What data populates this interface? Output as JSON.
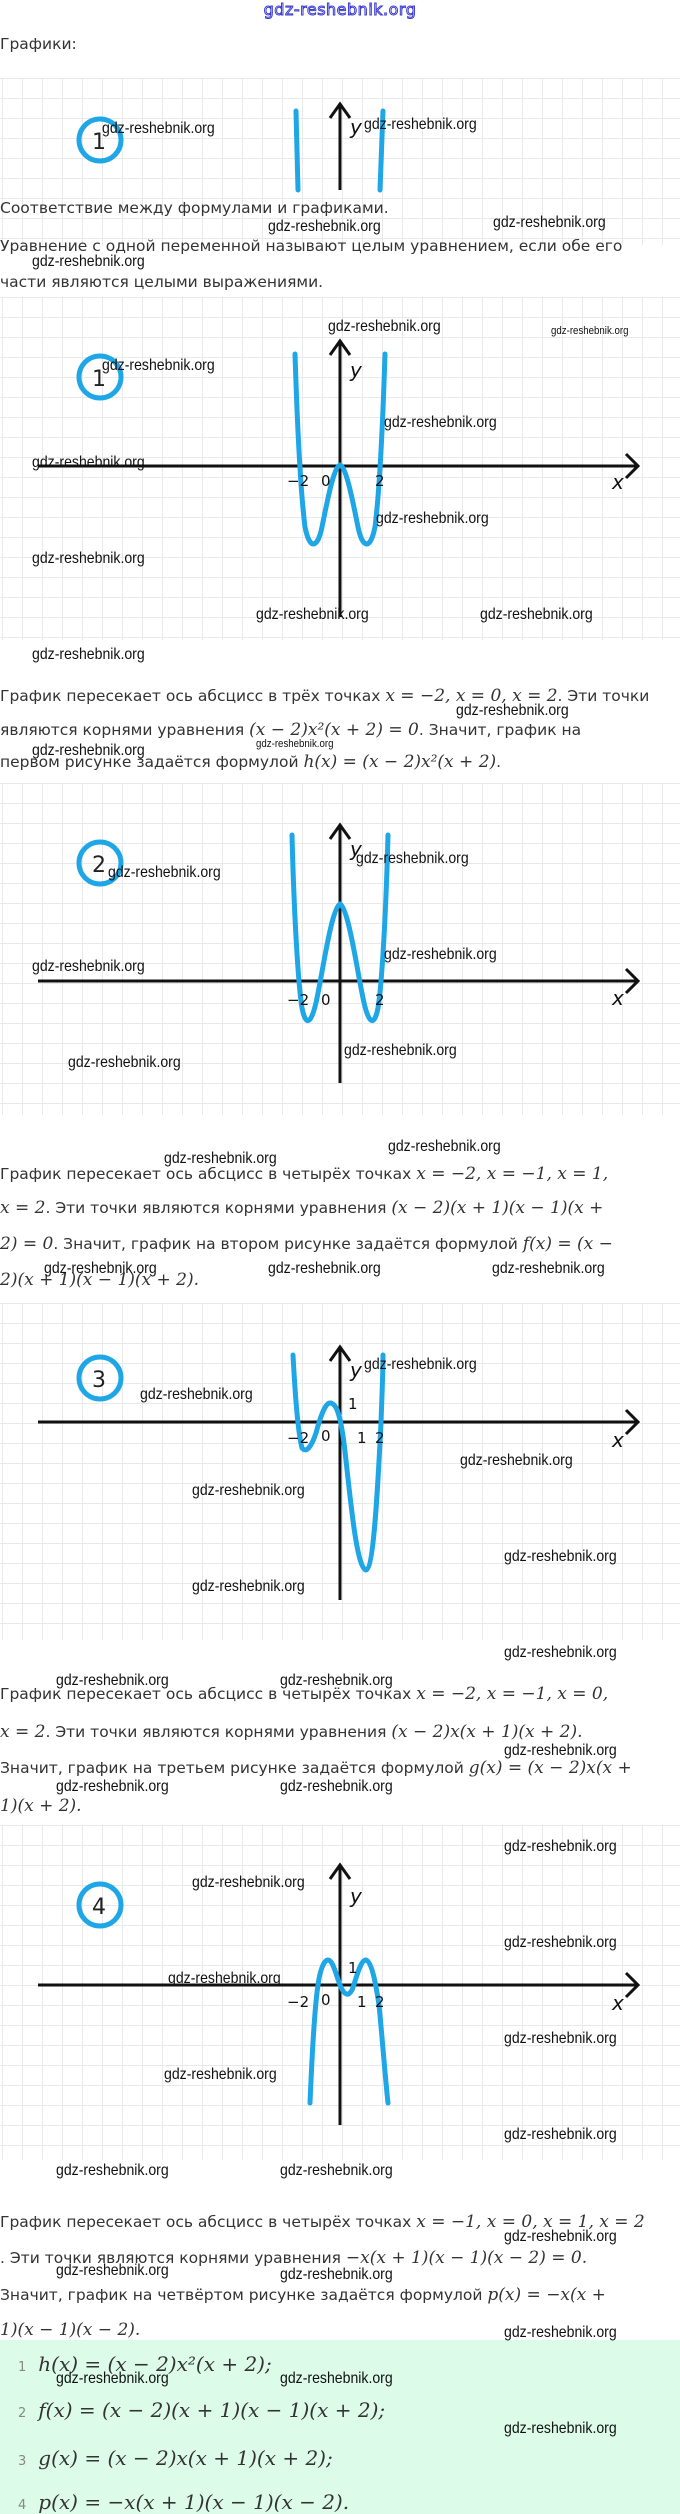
{
  "header": {
    "site": "gdz-reshebnik.org"
  },
  "watermark": "gdz-reshebnik.org",
  "intro": {
    "graphs_label": "Графики:",
    "match_label": "Соответствие между формулами и графиками.",
    "definition_line1": "Уравнение с одной переменной называют целым уравнением, если обе его",
    "definition_line2": "части являются целыми выражениями."
  },
  "colors": {
    "curve": "#1ea6e6",
    "axis": "#111111",
    "grid": "#e9e9e9",
    "answer_bg": "#dcfbe9"
  },
  "graphs": [
    {
      "id": "preview",
      "badge": "1",
      "ylabel": "y",
      "xlabel": "",
      "ticks": []
    },
    {
      "id": "graph-1",
      "badge": "1",
      "ylabel": "y",
      "xlabel": "x",
      "ticks": [
        "−2",
        "0",
        "2"
      ],
      "ytick": ""
    },
    {
      "id": "graph-2",
      "badge": "2",
      "ylabel": "y",
      "xlabel": "x",
      "ticks": [
        "−2",
        "0",
        "2"
      ],
      "ytick": ""
    },
    {
      "id": "graph-3",
      "badge": "3",
      "ylabel": "y",
      "xlabel": "x",
      "ticks": [
        "−2",
        "0",
        "1",
        "2"
      ],
      "ytick": "1"
    },
    {
      "id": "graph-4",
      "badge": "4",
      "ylabel": "y",
      "xlabel": "x",
      "ticks": [
        "−2",
        "0",
        "1",
        "2"
      ],
      "ytick": "1"
    }
  ],
  "explanations": [
    {
      "line1_text": "График пересекает ось абсцисс в трёх точках ",
      "line1_math": "x = −2, x = 0, x = 2",
      "line1_tail": ". Эти точки",
      "line2_text": "являются корнями уравнения ",
      "line2_math": "(x − 2)x²(x + 2) = 0",
      "line2_tail": ". Значит, график на",
      "line3_text": "первом рисунке задаётся формулой ",
      "line3_math": "h(x) = (x − 2)x²(x + 2)",
      "line3_tail": "."
    },
    {
      "line1_text": "График пересекает ось абсцисс в четырёх точках ",
      "line1_math": "x = −2, x = −1, x = 1,",
      "line2_math_a": "x = 2",
      "line2_text": ". Эти точки являются корнями уравнения ",
      "line2_math": "(x − 2)(x + 1)(x − 1)(x +",
      "line3_math_a": "2) = 0",
      "line3_text": ". Значит, график на втором рисунке задаётся формулой ",
      "line3_math": "f(x) = (x −",
      "line4_math": "2)(x + 1)(x − 1)(x + 2)."
    },
    {
      "line1_text": "График пересекает ось абсцисс в четырёх точках ",
      "line1_math": "x = −2, x = −1, x = 0,",
      "line2_math_a": "x = 2",
      "line2_text": ". Эти точки являются корнями уравнения ",
      "line2_math": "(x − 2)x(x + 1)(x + 2).",
      "line3_text": "Значит, график на третьем рисунке задаётся формулой ",
      "line3_math": "g(x) = (x − 2)x(x +",
      "line4_math": "1)(x + 2)."
    },
    {
      "line1_text": "График пересекает ось абсцисс в четырёх точках ",
      "line1_math": "x = −1, x = 0, x = 1, x = 2",
      "line2_text": ". Эти точки являются корнями уравнения ",
      "line2_math": "−x(x + 1)(x − 1)(x − 2) = 0.",
      "line3_text": "Значит, график на четвёртом рисунке задаётся формулой ",
      "line3_math": "p(x) = −x(x +",
      "line4_math": "1)(x − 1)(x − 2)."
    }
  ],
  "answers": [
    {
      "num": "1",
      "formula": "h(x) = (x − 2)x²(x + 2);"
    },
    {
      "num": "2",
      "formula": "f(x) = (x − 2)(x + 1)(x − 1)(x + 2);"
    },
    {
      "num": "3",
      "formula": "g(x) = (x − 2)x(x + 1)(x + 2);"
    },
    {
      "num": "4",
      "formula": "p(x) = −x(x + 1)(x − 1)(x − 2)."
    }
  ]
}
